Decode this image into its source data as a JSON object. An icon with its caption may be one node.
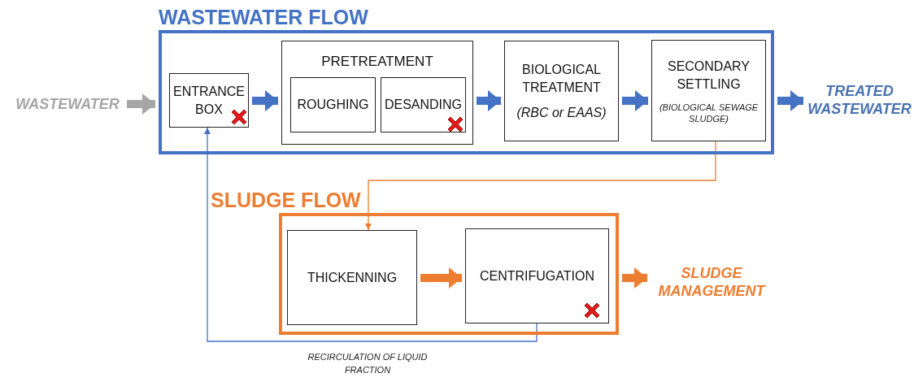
{
  "diagram": {
    "nodes": [
      {
        "text": [
          "WASTEWATER"
        ]
      },
      {
        "text": [
          "WASTEWATER FLOW"
        ]
      },
      {
        "text": [
          "ENTRANCE BOX"
        ],
        "in": 1
      },
      {
        "text": [
          "PRETREATMENT"
        ],
        "in": 1
      },
      {
        "text": [
          "ROUGHING"
        ],
        "in": 3
      },
      {
        "text": [
          "DESANDING"
        ],
        "in": 3
      },
      {
        "text": [
          "BIOLOGICAL TREATMENT",
          "(RBC or EAAS)"
        ],
        "in": 1
      },
      {
        "text": [
          "SECONDARY SETTLING",
          "(BIOLOGICAL SEWAGE SLUDGE)"
        ],
        "in": 1
      },
      {
        "text": [
          "TREATED WASTEWATER"
        ]
      },
      {
        "text": [
          "SLUDGE FLOW"
        ]
      },
      {
        "text": [
          "THICKENNING"
        ],
        "in": 9
      },
      {
        "text": [
          "CENTRIFUGATION"
        ],
        "in": 9
      },
      {
        "text": [
          "SLUDGE MANAGEMENT"
        ]
      }
    ],
    "edges": [
      {
        "from": 0,
        "to": 1,
        "arrow": "to",
        "color": "#a6a6a6"
      },
      {
        "from": 2,
        "to": 3,
        "arrow": "to"
      },
      {
        "from": 3,
        "to": 6,
        "arrow": "to"
      },
      {
        "from": 6,
        "to": 7,
        "arrow": "to"
      },
      {
        "from": 1,
        "to": 8,
        "arrow": "to"
      },
      {
        "from": 7,
        "to": 10,
        "arrow": "to",
        "color": "#ed7d31"
      },
      {
        "from": 10,
        "to": 11,
        "arrow": "to",
        "color": "#ed7d31"
      },
      {
        "from": 9,
        "to": 12,
        "arrow": "to",
        "color": "#ed7d31"
      },
      {
        "from": 11,
        "to": 2,
        "arrow": "to",
        "label": "RECIRCULATION OF LIQUID FRACTION"
      }
    ]
  }
}
